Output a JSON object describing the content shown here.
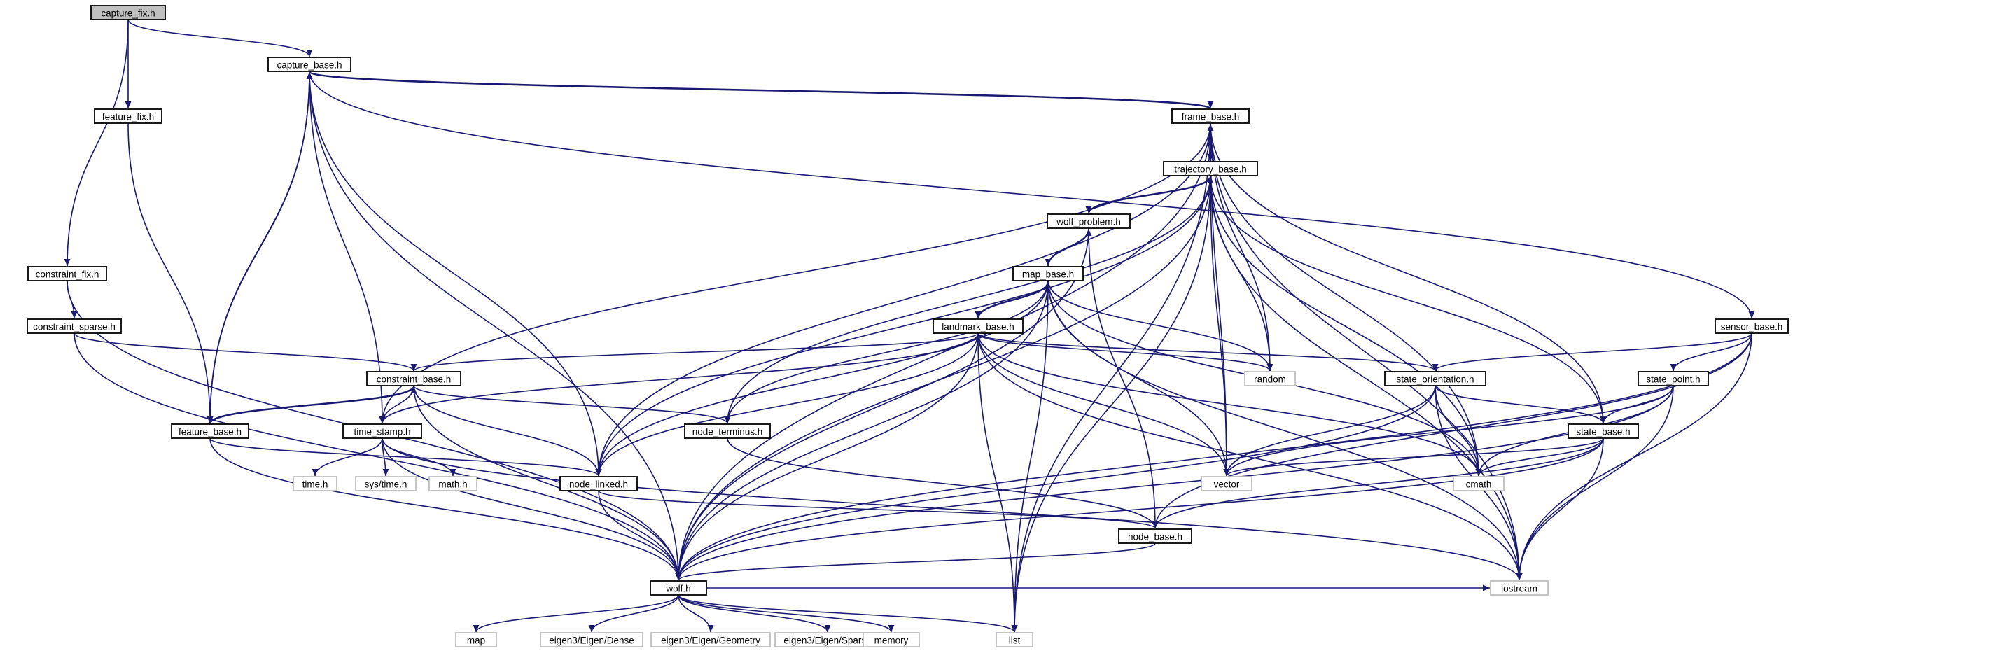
{
  "colors": {
    "edge": "#191970",
    "focus_fill": "#bfbfbf",
    "node_border": "#000000",
    "system_border": "#bfbfbf",
    "text": "#000000"
  },
  "nodes": [
    {
      "id": "capture_fix",
      "label": "capture_fix.h",
      "kind": "focus"
    },
    {
      "id": "capture_base",
      "label": "capture_base.h",
      "kind": "local"
    },
    {
      "id": "feature_fix",
      "label": "feature_fix.h",
      "kind": "local"
    },
    {
      "id": "frame_base",
      "label": "frame_base.h",
      "kind": "local"
    },
    {
      "id": "trajectory_base",
      "label": "trajectory_base.h",
      "kind": "local"
    },
    {
      "id": "wolf_problem",
      "label": "wolf_problem.h",
      "kind": "local"
    },
    {
      "id": "map_base",
      "label": "map_base.h",
      "kind": "local"
    },
    {
      "id": "landmark_base",
      "label": "landmark_base.h",
      "kind": "local"
    },
    {
      "id": "constraint_fix",
      "label": "constraint_fix.h",
      "kind": "local"
    },
    {
      "id": "constraint_sparse",
      "label": "constraint_sparse.h",
      "kind": "local"
    },
    {
      "id": "constraint_base",
      "label": "constraint_base.h",
      "kind": "local"
    },
    {
      "id": "feature_base",
      "label": "feature_base.h",
      "kind": "local"
    },
    {
      "id": "time_stamp",
      "label": "time_stamp.h",
      "kind": "local"
    },
    {
      "id": "node_terminus",
      "label": "node_terminus.h",
      "kind": "local"
    },
    {
      "id": "node_linked",
      "label": "node_linked.h",
      "kind": "local"
    },
    {
      "id": "node_base",
      "label": "node_base.h",
      "kind": "local"
    },
    {
      "id": "wolf",
      "label": "wolf.h",
      "kind": "local"
    },
    {
      "id": "sensor_base",
      "label": "sensor_base.h",
      "kind": "local"
    },
    {
      "id": "state_orientation",
      "label": "state_orientation.h",
      "kind": "local"
    },
    {
      "id": "state_point",
      "label": "state_point.h",
      "kind": "local"
    },
    {
      "id": "state_base",
      "label": "state_base.h",
      "kind": "local"
    },
    {
      "id": "random",
      "label": "random",
      "kind": "system"
    },
    {
      "id": "vector",
      "label": "vector",
      "kind": "system"
    },
    {
      "id": "cmath",
      "label": "cmath",
      "kind": "system"
    },
    {
      "id": "iostream",
      "label": "iostream",
      "kind": "system"
    },
    {
      "id": "time",
      "label": "time.h",
      "kind": "system"
    },
    {
      "id": "systime",
      "label": "sys/time.h",
      "kind": "system"
    },
    {
      "id": "math",
      "label": "math.h",
      "kind": "system"
    },
    {
      "id": "map",
      "label": "map",
      "kind": "system"
    },
    {
      "id": "eigen_dense",
      "label": "eigen3/Eigen/Dense",
      "kind": "system"
    },
    {
      "id": "eigen_geometry",
      "label": "eigen3/Eigen/Geometry",
      "kind": "system"
    },
    {
      "id": "eigen_sparse",
      "label": "eigen3/Eigen/Sparse",
      "kind": "system"
    },
    {
      "id": "memory",
      "label": "memory",
      "kind": "system"
    },
    {
      "id": "list",
      "label": "list",
      "kind": "system"
    }
  ],
  "edges": [
    [
      "capture_fix",
      "capture_base"
    ],
    [
      "capture_fix",
      "feature_fix"
    ],
    [
      "capture_fix",
      "constraint_fix"
    ],
    [
      "capture_base",
      "frame_base"
    ],
    [
      "capture_base",
      "sensor_base"
    ],
    [
      "capture_base",
      "feature_base"
    ],
    [
      "capture_base",
      "time_stamp"
    ],
    [
      "capture_base",
      "node_linked"
    ],
    [
      "capture_base",
      "wolf"
    ],
    [
      "feature_fix",
      "feature_base"
    ],
    [
      "frame_base",
      "capture_base"
    ],
    [
      "frame_base",
      "trajectory_base"
    ],
    [
      "frame_base",
      "state_base"
    ],
    [
      "frame_base",
      "node_linked"
    ],
    [
      "frame_base",
      "time_stamp"
    ],
    [
      "frame_base",
      "wolf"
    ],
    [
      "frame_base",
      "random"
    ],
    [
      "frame_base",
      "vector"
    ],
    [
      "frame_base",
      "cmath"
    ],
    [
      "frame_base",
      "iostream"
    ],
    [
      "frame_base",
      "list"
    ],
    [
      "trajectory_base",
      "frame_base"
    ],
    [
      "trajectory_base",
      "wolf_problem"
    ],
    [
      "trajectory_base",
      "node_linked"
    ],
    [
      "trajectory_base",
      "node_terminus"
    ],
    [
      "trajectory_base",
      "wolf"
    ],
    [
      "trajectory_base",
      "state_base"
    ],
    [
      "trajectory_base",
      "random"
    ],
    [
      "trajectory_base",
      "vector"
    ],
    [
      "trajectory_base",
      "cmath"
    ],
    [
      "trajectory_base",
      "iostream"
    ],
    [
      "trajectory_base",
      "list"
    ],
    [
      "wolf_problem",
      "trajectory_base"
    ],
    [
      "wolf_problem",
      "map_base"
    ],
    [
      "wolf_problem",
      "node_base"
    ],
    [
      "wolf_problem",
      "wolf"
    ],
    [
      "map_base",
      "wolf_problem"
    ],
    [
      "map_base",
      "landmark_base"
    ],
    [
      "map_base",
      "node_linked"
    ],
    [
      "map_base",
      "node_terminus"
    ],
    [
      "map_base",
      "wolf"
    ],
    [
      "map_base",
      "random"
    ],
    [
      "map_base",
      "vector"
    ],
    [
      "map_base",
      "cmath"
    ],
    [
      "map_base",
      "iostream"
    ],
    [
      "map_base",
      "list"
    ],
    [
      "landmark_base",
      "map_base"
    ],
    [
      "landmark_base",
      "constraint_base"
    ],
    [
      "landmark_base",
      "state_orientation"
    ],
    [
      "landmark_base",
      "node_linked"
    ],
    [
      "landmark_base",
      "time_stamp"
    ],
    [
      "landmark_base",
      "wolf"
    ],
    [
      "landmark_base",
      "random"
    ],
    [
      "landmark_base",
      "vector"
    ],
    [
      "landmark_base",
      "cmath"
    ],
    [
      "landmark_base",
      "iostream"
    ],
    [
      "landmark_base",
      "list"
    ],
    [
      "constraint_fix",
      "constraint_sparse"
    ],
    [
      "constraint_fix",
      "wolf"
    ],
    [
      "constraint_sparse",
      "constraint_base"
    ],
    [
      "constraint_sparse",
      "wolf"
    ],
    [
      "constraint_base",
      "feature_base"
    ],
    [
      "constraint_base",
      "node_terminus"
    ],
    [
      "constraint_base",
      "node_linked"
    ],
    [
      "constraint_base",
      "time_stamp"
    ],
    [
      "constraint_base",
      "wolf"
    ],
    [
      "feature_base",
      "capture_base"
    ],
    [
      "feature_base",
      "constraint_base"
    ],
    [
      "feature_base",
      "node_linked"
    ],
    [
      "feature_base",
      "wolf"
    ],
    [
      "time_stamp",
      "time"
    ],
    [
      "time_stamp",
      "systime"
    ],
    [
      "time_stamp",
      "math"
    ],
    [
      "time_stamp",
      "wolf"
    ],
    [
      "time_stamp",
      "iostream"
    ],
    [
      "node_terminus",
      "node_base"
    ],
    [
      "node_linked",
      "node_base"
    ],
    [
      "node_linked",
      "wolf"
    ],
    [
      "node_base",
      "wolf"
    ],
    [
      "sensor_base",
      "state_orientation"
    ],
    [
      "sensor_base",
      "state_point"
    ],
    [
      "sensor_base",
      "node_base"
    ],
    [
      "sensor_base",
      "wolf"
    ],
    [
      "sensor_base",
      "iostream"
    ],
    [
      "state_orientation",
      "state_base"
    ],
    [
      "state_orientation",
      "vector"
    ],
    [
      "state_orientation",
      "cmath"
    ],
    [
      "state_orientation",
      "iostream"
    ],
    [
      "state_orientation",
      "wolf"
    ],
    [
      "state_point",
      "state_base"
    ],
    [
      "state_point",
      "vector"
    ],
    [
      "state_point",
      "cmath"
    ],
    [
      "state_point",
      "iostream"
    ],
    [
      "state_point",
      "wolf"
    ],
    [
      "state_base",
      "node_base"
    ],
    [
      "state_base",
      "vector"
    ],
    [
      "state_base",
      "cmath"
    ],
    [
      "state_base",
      "iostream"
    ],
    [
      "state_base",
      "wolf"
    ],
    [
      "wolf",
      "map"
    ],
    [
      "wolf",
      "eigen_dense"
    ],
    [
      "wolf",
      "eigen_geometry"
    ],
    [
      "wolf",
      "eigen_sparse"
    ],
    [
      "wolf",
      "memory"
    ],
    [
      "wolf",
      "list"
    ],
    [
      "wolf",
      "iostream"
    ]
  ]
}
